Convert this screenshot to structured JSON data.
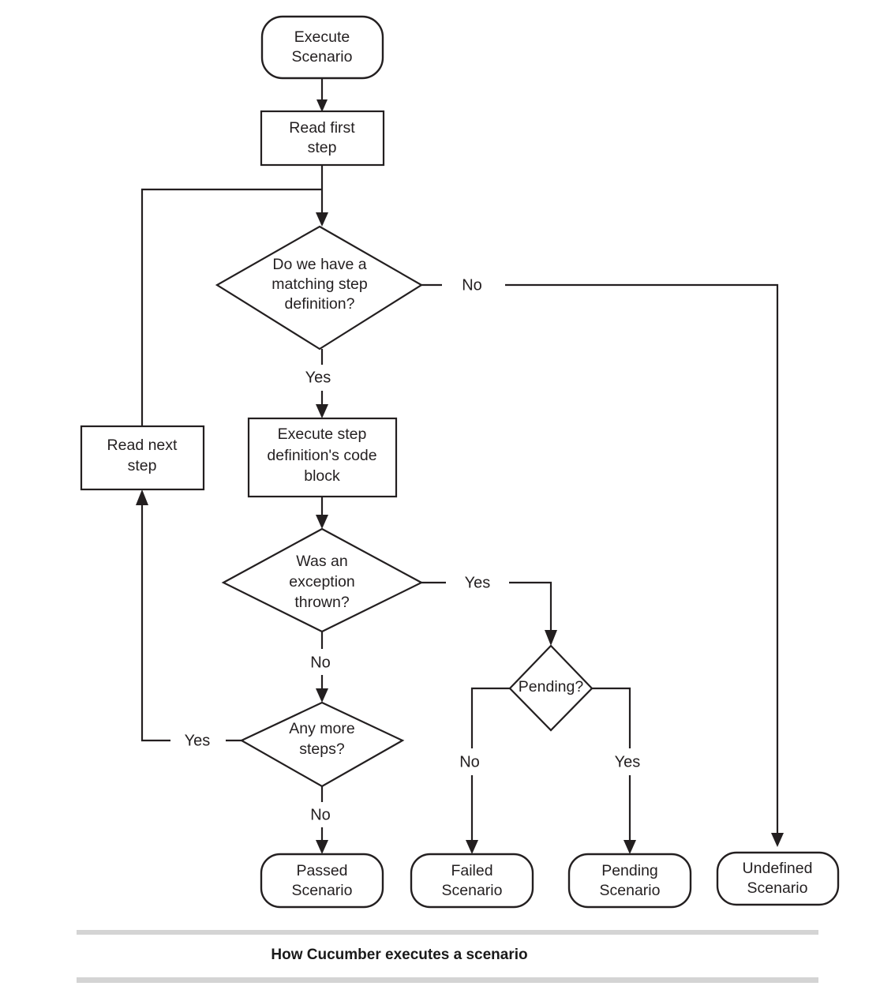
{
  "figure": {
    "caption": "How Cucumber executes a scenario",
    "background_color": "#ffffff",
    "stroke_color": "#231f20",
    "caption_bar_color": "#d4d4d4"
  },
  "nodes": {
    "execute_scenario": {
      "line1": "Execute",
      "line2": "Scenario",
      "shape": "terminator"
    },
    "read_first_step": {
      "line1": "Read first",
      "line2": "step",
      "shape": "process"
    },
    "matching_step_definition": {
      "line1": "Do we have a",
      "line2": "matching step",
      "line3": "definition?",
      "shape": "decision"
    },
    "read_next_step": {
      "line1": "Read next",
      "line2": "step",
      "shape": "process"
    },
    "execute_code_block": {
      "line1": "Execute step",
      "line2": "definition's code",
      "line3": "block",
      "shape": "process"
    },
    "exception_thrown": {
      "line1": "Was an",
      "line2": "exception",
      "line3": "thrown?",
      "shape": "decision"
    },
    "any_more_steps": {
      "line1": "Any more",
      "line2": "steps?",
      "shape": "decision"
    },
    "pending": {
      "line1": "Pending?",
      "shape": "decision"
    },
    "passed_scenario": {
      "line1": "Passed",
      "line2": "Scenario",
      "shape": "terminator"
    },
    "failed_scenario": {
      "line1": "Failed",
      "line2": "Scenario",
      "shape": "terminator"
    },
    "pending_scenario": {
      "line1": "Pending",
      "line2": "Scenario",
      "shape": "terminator"
    },
    "undefined_scenario": {
      "line1": "Undefined",
      "line2": "Scenario",
      "shape": "terminator"
    }
  },
  "edge_labels": {
    "matching_no": "No",
    "matching_yes": "Yes",
    "exception_yes": "Yes",
    "exception_no": "No",
    "any_more_yes": "Yes",
    "any_more_no": "No",
    "pending_no": "No",
    "pending_yes": "Yes"
  },
  "chart_data": {
    "type": "diagram",
    "title": "How Cucumber executes a scenario",
    "nodes": [
      {
        "id": "execute_scenario",
        "label": "Execute Scenario",
        "shape": "terminator"
      },
      {
        "id": "read_first_step",
        "label": "Read first step",
        "shape": "process"
      },
      {
        "id": "matching_step_definition",
        "label": "Do we have a matching step definition?",
        "shape": "decision"
      },
      {
        "id": "read_next_step",
        "label": "Read next step",
        "shape": "process"
      },
      {
        "id": "execute_code_block",
        "label": "Execute step definition's code block",
        "shape": "process"
      },
      {
        "id": "exception_thrown",
        "label": "Was an exception thrown?",
        "shape": "decision"
      },
      {
        "id": "any_more_steps",
        "label": "Any more steps?",
        "shape": "decision"
      },
      {
        "id": "pending",
        "label": "Pending?",
        "shape": "decision"
      },
      {
        "id": "passed_scenario",
        "label": "Passed Scenario",
        "shape": "terminator"
      },
      {
        "id": "failed_scenario",
        "label": "Failed Scenario",
        "shape": "terminator"
      },
      {
        "id": "pending_scenario",
        "label": "Pending Scenario",
        "shape": "terminator"
      },
      {
        "id": "undefined_scenario",
        "label": "Undefined Scenario",
        "shape": "terminator"
      }
    ],
    "edges": [
      {
        "from": "execute_scenario",
        "to": "read_first_step",
        "label": ""
      },
      {
        "from": "read_first_step",
        "to": "matching_step_definition",
        "label": ""
      },
      {
        "from": "matching_step_definition",
        "to": "undefined_scenario",
        "label": "No"
      },
      {
        "from": "matching_step_definition",
        "to": "execute_code_block",
        "label": "Yes"
      },
      {
        "from": "execute_code_block",
        "to": "exception_thrown",
        "label": ""
      },
      {
        "from": "exception_thrown",
        "to": "pending",
        "label": "Yes"
      },
      {
        "from": "exception_thrown",
        "to": "any_more_steps",
        "label": "No"
      },
      {
        "from": "any_more_steps",
        "to": "read_next_step",
        "label": "Yes"
      },
      {
        "from": "any_more_steps",
        "to": "passed_scenario",
        "label": "No"
      },
      {
        "from": "pending",
        "to": "failed_scenario",
        "label": "No"
      },
      {
        "from": "pending",
        "to": "pending_scenario",
        "label": "Yes"
      },
      {
        "from": "read_next_step",
        "to": "matching_step_definition",
        "label": ""
      }
    ]
  }
}
